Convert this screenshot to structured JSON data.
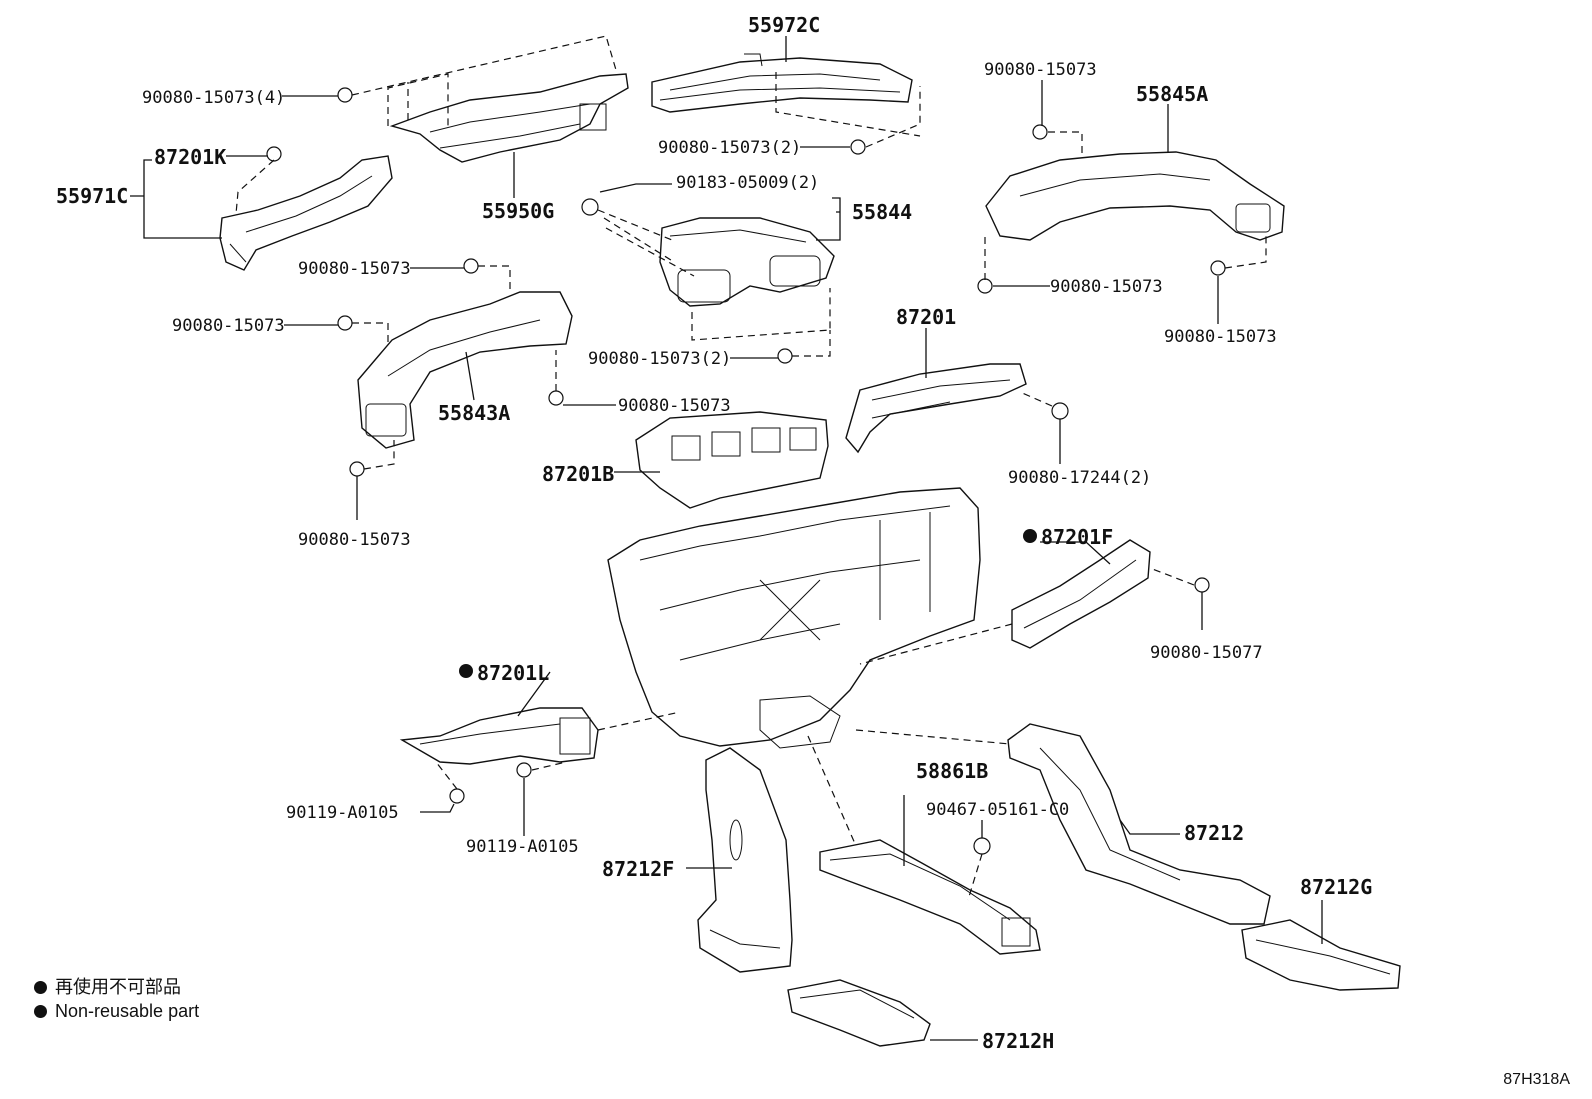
{
  "labels": {
    "p55972C": "55972C",
    "p90080_15073_4": "90080-15073(4)",
    "p87201K": "87201K",
    "p55971C": "55971C",
    "p55950G": "55950G",
    "p90080_15073_2a": "90080-15073(2)",
    "p90183": "90183-05009(2)",
    "p55844": "55844",
    "p90080_15073_top_right": "90080-15073",
    "p55845A": "55845A",
    "p90080_15073_left1": "90080-15073",
    "p90080_15073_left2": "90080-15073",
    "p90080_15073_right_mid": "90080-15073",
    "p90080_15073_right_low": "90080-15073",
    "p90080_15073_2b": "90080-15073(2)",
    "p87201": "87201",
    "p55843A": "55843A",
    "p90080_15073_center": "90080-15073",
    "p87201B": "87201B",
    "p90080_17244": "90080-17244(2)",
    "p90080_15073_lower_left": "90080-15073",
    "p87201F": "87201F",
    "p90080_15077": "90080-15077",
    "p87201L": "87201L",
    "p58861B": "58861B",
    "p90467": "90467-05161-C0",
    "p87212": "87212",
    "p90119_a": "90119-A0105",
    "p90119_b": "90119-A0105",
    "p87212F": "87212F",
    "p87212G": "87212G",
    "p87212H": "87212H"
  },
  "legend": {
    "line1": "再使用不可部品",
    "line2": "Non-reusable part"
  },
  "figure_code": "87H318A"
}
